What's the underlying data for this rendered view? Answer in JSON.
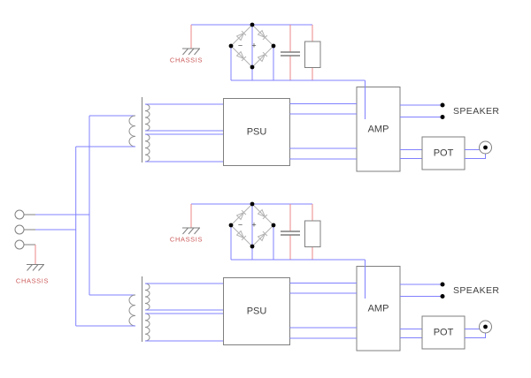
{
  "colors": {
    "background": "#ffffff",
    "wire_blue": "#8080ff",
    "wire_red": "#ec8787",
    "chassis_text": "#cd5c5c",
    "outline_gray": "#7f7f7f",
    "coil_gray": "#909090",
    "diode_gray": "#b2b2b2",
    "label_dark": "#404040",
    "dot_black": "#000000"
  },
  "channel_top": {
    "chassis": "CHASSIS",
    "bridge_minus": "−",
    "bridge_plus": "+",
    "psu": "PSU",
    "amp": "AMP",
    "speaker": "SPEAKER",
    "pot": "POT"
  },
  "channel_bottom": {
    "chassis": "CHASSIS",
    "bridge_minus": "−",
    "bridge_plus": "+",
    "psu": "PSU",
    "amp": "AMP",
    "speaker": "SPEAKER",
    "pot": "POT"
  },
  "input": {
    "chassis": "CHASSIS"
  }
}
